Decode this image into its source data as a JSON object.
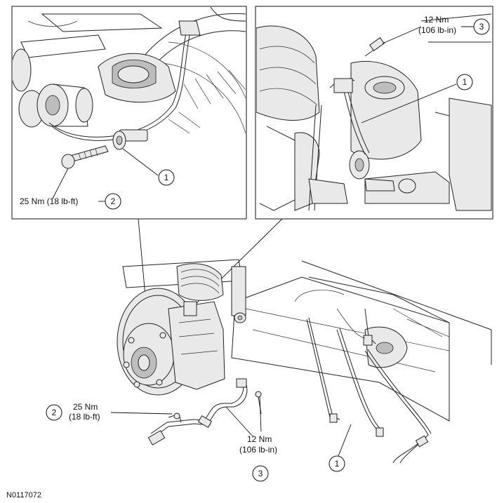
{
  "figure_id": "N0117072",
  "callouts": {
    "c1": "1",
    "c2": "2",
    "c3": "3"
  },
  "torque": {
    "inset_left_value": "25 Nm (18 lb-ft)",
    "inset_right_line1": "12 Nm",
    "inset_right_line2": "(106 lb-in)",
    "main_left_line1": "25 Nm",
    "main_left_line2": "(18 lb-ft)",
    "main_bottom_line1": "12 Nm",
    "main_bottom_line2": "(106 lb-in)"
  }
}
